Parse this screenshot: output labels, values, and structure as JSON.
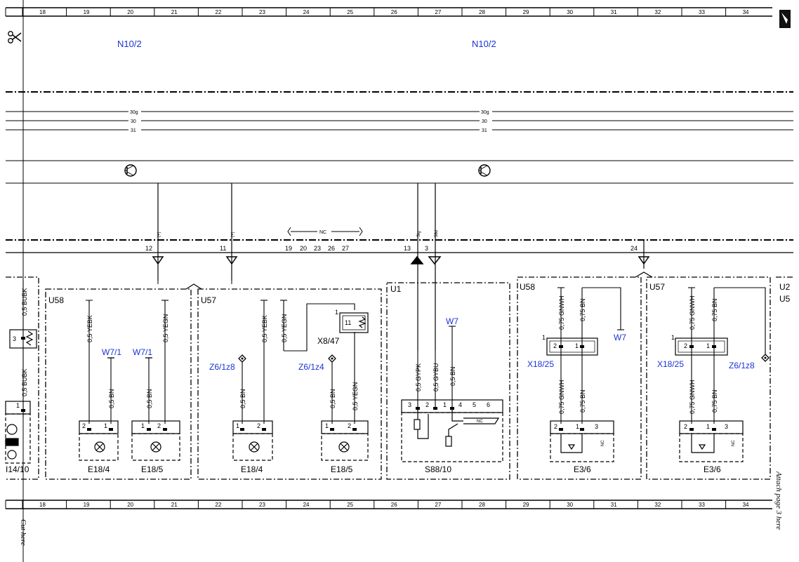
{
  "ruler": {
    "top_numbers": [
      "18",
      "19",
      "20",
      "21",
      "22",
      "23",
      "24",
      "25",
      "26",
      "27",
      "28",
      "29",
      "30",
      "31",
      "32",
      "33",
      "34"
    ],
    "bottom_numbers": [
      "18",
      "19",
      "20",
      "21",
      "22",
      "23",
      "24",
      "25",
      "26",
      "27",
      "28",
      "29",
      "30",
      "31",
      "32",
      "33",
      "34"
    ]
  },
  "margin": {
    "cut_here": "Cut here",
    "attach_here": "Attach page 3 here"
  },
  "modules": {
    "left": "N10/2",
    "right": "N10/2"
  },
  "buses": {
    "left": [
      "30g",
      "30",
      "31"
    ],
    "right": [
      "30g",
      "30",
      "31"
    ]
  },
  "connector": {
    "pins": [
      "12",
      "11",
      "19",
      "20",
      "23",
      "26",
      "27",
      "13",
      "3",
      "24"
    ],
    "nc_label": "NC",
    "pin_signal_labels": [
      "(+)",
      "(+)",
      "Sig",
      "58d"
    ]
  },
  "groups": [
    "U58",
    "U57",
    "U1",
    "U58",
    "U57",
    "U2",
    "U5"
  ],
  "wires": [
    "0,5 BUBK",
    "0,5 BUBK",
    "0,5 YEBK",
    "0,5 YEGN",
    "0,5 BN",
    "0,5 BN",
    "0,5 YEBK",
    "0,5 YEGN",
    "0,5 BN",
    "0,5 BN",
    "0,5 YEGN",
    "0,5 GYPK",
    "0,5 GYBU",
    "0,5 BN",
    "0,75 GNWH",
    "0,75 BN",
    "0,75 GNWH",
    "0,75 BN",
    "0,75 GNWH",
    "0,75 BN",
    "0,75 GNWH",
    "0,75 BN"
  ],
  "refs": [
    "W7/1",
    "W7/1",
    "Z6/1z8",
    "Z6/1z4",
    "W7",
    "W7",
    "X18/25",
    "X18/25",
    "Z6/1z8",
    "X8/47"
  ],
  "components": [
    "E18/4",
    "E18/5",
    "E18/4",
    "E18/5",
    "S88/10",
    "E3/6",
    "E3/6",
    "I14/10"
  ],
  "pin_numbers": [
    "3",
    "1",
    "2",
    "1",
    "1",
    "2",
    "1",
    "2",
    "1",
    "2",
    "1",
    "11",
    "3",
    "2",
    "1",
    "4",
    "5",
    "6",
    "2",
    "1",
    "3",
    "2",
    "1",
    "3",
    "1",
    "2",
    "1",
    "1",
    "2",
    "1"
  ],
  "nc_small": [
    "NC",
    "NC",
    "NC"
  ]
}
